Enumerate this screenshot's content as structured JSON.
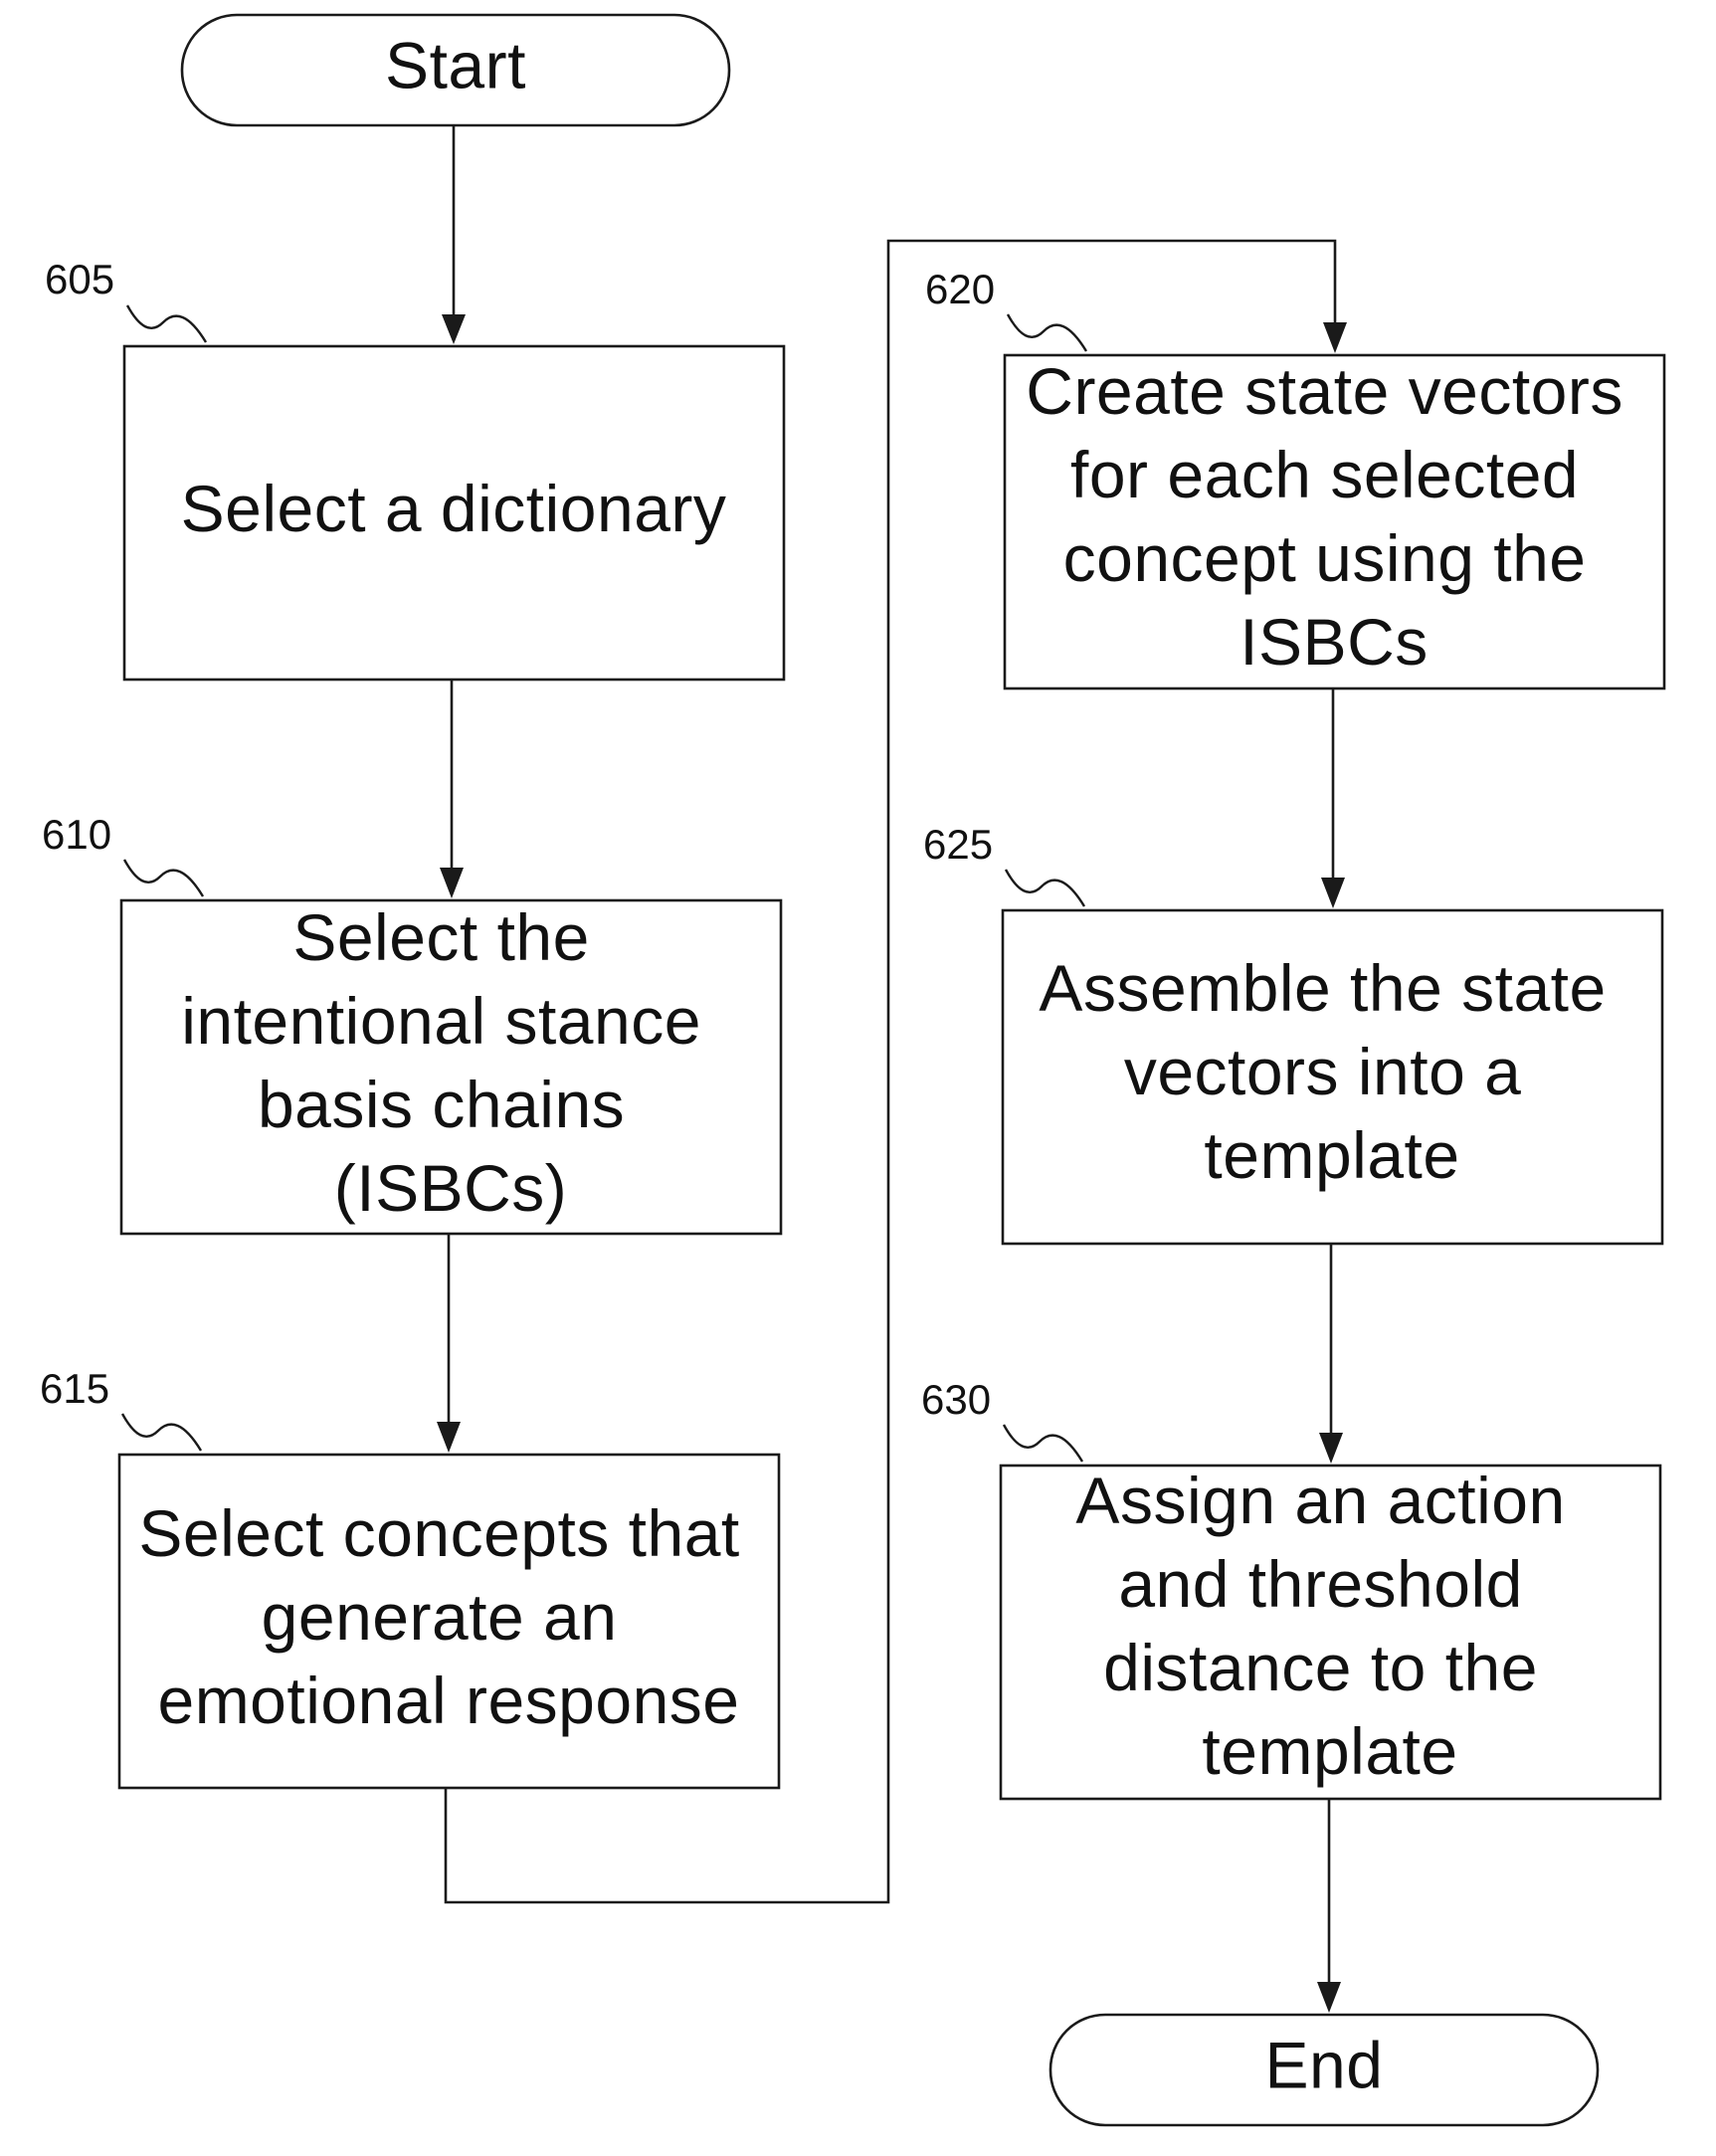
{
  "terminals": {
    "start": "Start",
    "end": "End"
  },
  "steps": [
    {
      "ref": "605",
      "lines": [
        "Select a dictionary"
      ]
    },
    {
      "ref": "610",
      "lines": [
        "Select the",
        "intentional stance",
        "basis chains",
        "(ISBCs)"
      ]
    },
    {
      "ref": "615",
      "lines": [
        "Select concepts that",
        "generate an",
        "emotional response"
      ]
    },
    {
      "ref": "620",
      "lines": [
        "Create state vectors",
        "for each selected",
        "concept using the",
        "ISBCs"
      ]
    },
    {
      "ref": "625",
      "lines": [
        "Assemble the state",
        "vectors into a",
        "template"
      ]
    },
    {
      "ref": "630",
      "lines": [
        "Assign an action",
        "and threshold",
        "distance to the",
        "template"
      ]
    }
  ]
}
